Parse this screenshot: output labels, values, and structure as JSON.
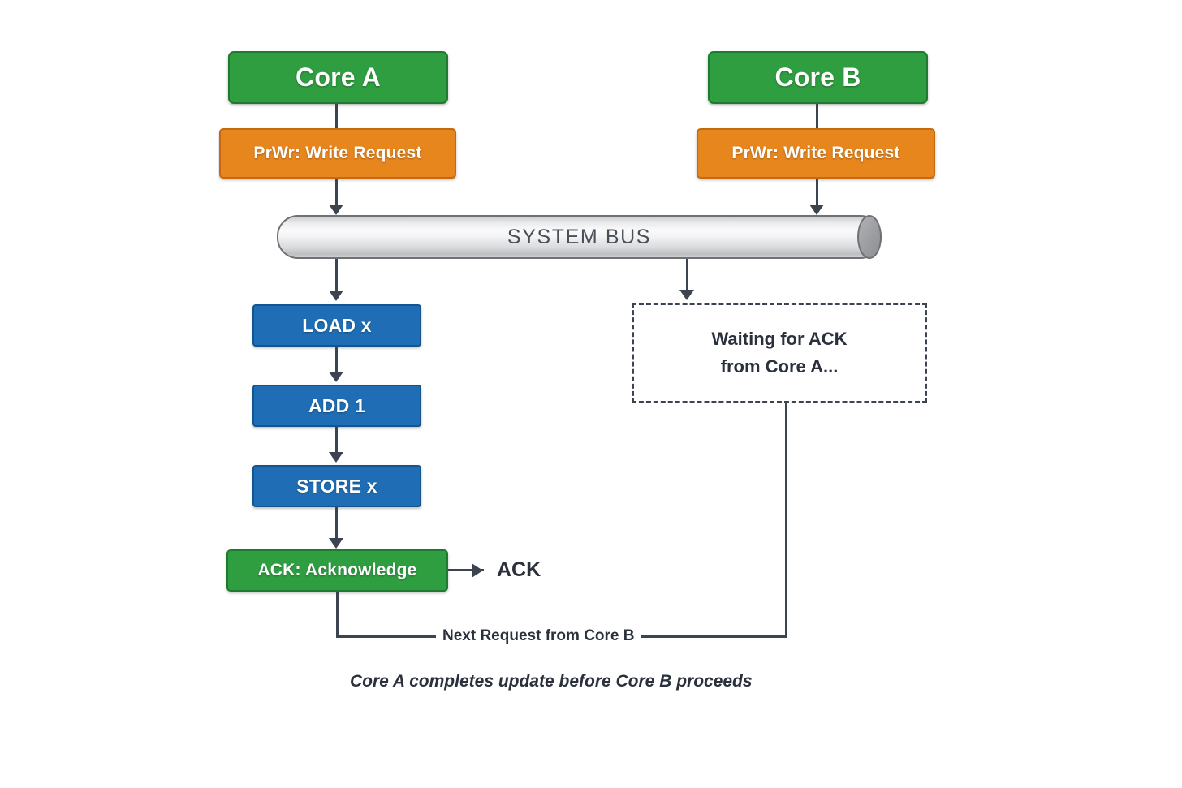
{
  "diagram": {
    "title": "Core A completes update before Core B proceeds",
    "colors": {
      "green": "#2f9e41",
      "green_border": "#1e7a2e",
      "orange": "#e8861e",
      "orange_border": "#c36a10",
      "blue": "#1f6eb5",
      "blue_border": "#15558f",
      "line": "#3c4450",
      "text_dark": "#2b313c",
      "bus_label": "#4a5059",
      "background": "#ffffff"
    },
    "core_a": {
      "title": "Core A",
      "request": "PrWr: Write Request",
      "steps": [
        "LOAD x",
        "ADD 1",
        "STORE x"
      ],
      "ack_box": "ACK: Acknowledge",
      "ack_label": "ACK"
    },
    "core_b": {
      "title": "Core B",
      "request": "PrWr: Write Request",
      "waiting_line1": "Waiting for ACK",
      "waiting_line2": "from Core A..."
    },
    "bus": {
      "label": "SYSTEM BUS"
    },
    "feedback": {
      "label": "Next Request from Core B"
    },
    "caption": "Core A completes update before Core B proceeds"
  }
}
